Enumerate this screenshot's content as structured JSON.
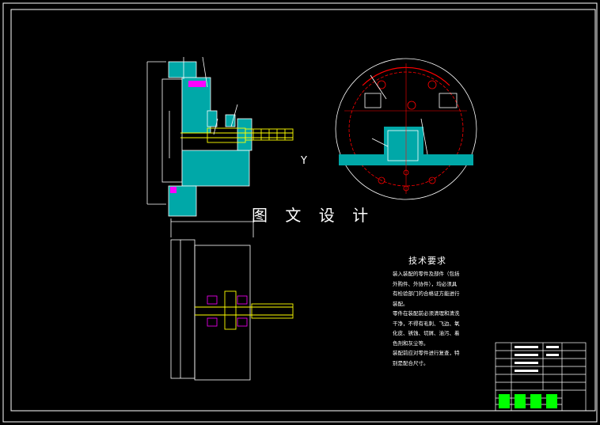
{
  "drawing": {
    "watermark_text": "图 文 设 计",
    "axis_marker": "Y",
    "tech_requirements": {
      "title": "技术要求",
      "lines": [
        "装入装配的零件及部件（包括",
        "外购件、外协件），均必须具",
        "有检验部门的合格证方能进行",
        "装配。",
        "零件在装配前必须清理和清洗",
        "干净，不得有毛刺、飞边、氧",
        "化皮、锈蚀、切屑、油污、着",
        "色剂和灰尘等。",
        "装配前应对零件进行复查，特",
        "别是配合尺寸。"
      ]
    },
    "colors": {
      "background": "#000000",
      "line_white": "#ffffff",
      "section_cyan": "#00a8a8",
      "part_yellow": "#ffff00",
      "accent_red": "#ff0000",
      "accent_magenta": "#ff00ff",
      "title_block_green": "#00ff00"
    }
  }
}
